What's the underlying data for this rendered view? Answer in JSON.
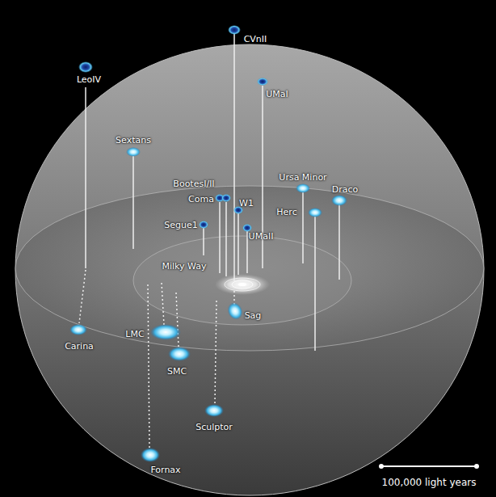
{
  "diagram": {
    "labels": [
      "CVnII",
      "LeoIV",
      "UMaI",
      "Sextans",
      "BootesI/II",
      "Coma",
      "W1",
      "Ursa Minor",
      "Draco",
      "Herc",
      "Segue1",
      "UMaII",
      "Milky Way",
      "Sag",
      "Carina",
      "LMC",
      "SMC",
      "Sculptor",
      "Fornax",
      "100,000 light years"
    ]
  }
}
